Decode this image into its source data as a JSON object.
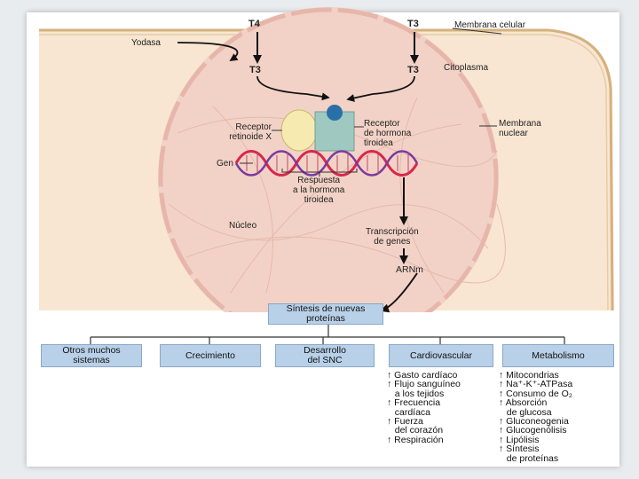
{
  "labels": {
    "t4": "T4",
    "t3_top": "T3",
    "membrana_celular": "Membrana celular",
    "yodasa": "Yodasa",
    "t3_left": "T3",
    "t3_right": "T3",
    "citoplasma": "Citoplasma",
    "receptor_retinoide": "Receptor\nretinoide X",
    "receptor_tiroidea": "Receptor\nde hormona\ntiroidea",
    "membrana_nuclear": "Membrana\nnuclear",
    "gen": "Gen",
    "respuesta": "Respuesta\na la hormona\ntiroidea",
    "nucleo": "Núcleo",
    "transcripcion": "Transcripción\nde genes",
    "arnm": "ARNm",
    "sintesis": "Síntesis de nuevas\nproteínas"
  },
  "categories": [
    "Otros muchos\nsistemas",
    "Crecimiento",
    "Desarrollo\ndel SNC",
    "Cardiovascular",
    "Metabolismo"
  ],
  "cardio_effects": [
    "↑ Gasto cardíaco",
    "↑ Flujo sanguíneo",
    "   a los tejidos",
    "↑ Frecuencia",
    "   cardíaca",
    "↑ Fuerza",
    "   del corazón",
    "↑ Respiración"
  ],
  "metab_effects": [
    "↑ Mitocondrias",
    "↑ Na⁺-K⁺-ATPasa",
    "↑ Consumo de O₂",
    "↑ Absorción",
    "   de glucosa",
    "↑ Gluconeogenia",
    "↑ Glucogenólisis",
    "↑ Lipólisis",
    "↑ Síntesis",
    "   de proteínas"
  ],
  "colors": {
    "cell": "#f8e6d2",
    "membrane": "#d9b98a",
    "nucleus": "#f2d2c6",
    "boxes": "#b8d0e8",
    "dna_red": "#d9274a",
    "dna_purple": "#7a3aa0",
    "receptor_x": "#f6eab0",
    "receptor_thyroid": "#9ec8c0",
    "hormone": "#2a70a8"
  }
}
